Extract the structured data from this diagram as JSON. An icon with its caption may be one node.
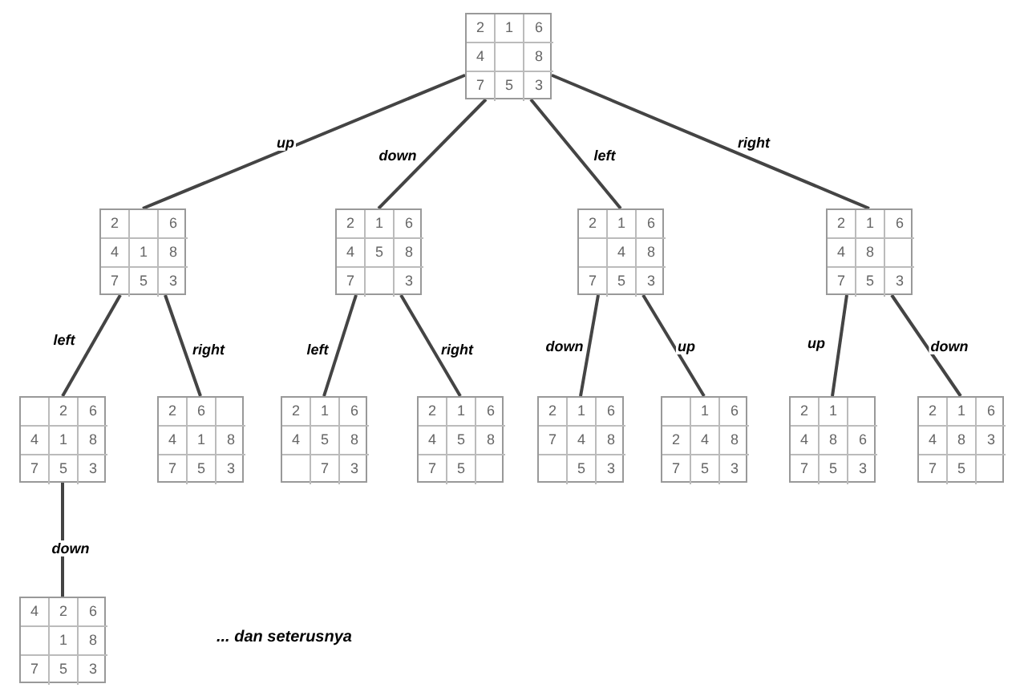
{
  "diagram": {
    "nodes": [
      {
        "text": [
          "2 1 6",
          "4 8",
          "7 5 3"
        ]
      },
      {
        "text": [
          "2 6",
          "4 1 8",
          "7 5 3"
        ]
      },
      {
        "text": [
          "2 1 6",
          "4 5 8",
          "7 3"
        ]
      },
      {
        "text": [
          "2 1 6",
          "4 8",
          "7 5 3"
        ]
      },
      {
        "text": [
          "2 1 6",
          "4 8",
          "7 5 3"
        ]
      },
      {
        "text": [
          "2 6",
          "4 1 8",
          "7 5 3"
        ]
      },
      {
        "text": [
          "2 6",
          "4 1 8",
          "7 5 3"
        ]
      },
      {
        "text": [
          "2 1 6",
          "4 5 8",
          "7 3"
        ]
      },
      {
        "text": [
          "2 1 6",
          "4 5 8",
          "7 5"
        ]
      },
      {
        "text": [
          "2 1 6",
          "7 4 8",
          "5 3"
        ]
      },
      {
        "text": [
          "1 6",
          "2 4 8",
          "7 5 3"
        ]
      },
      {
        "text": [
          "2 1",
          "4 8 6",
          "7 5 3"
        ]
      },
      {
        "text": [
          "2 1 6",
          "4 8 3",
          "7 5"
        ]
      },
      {
        "text": [
          "4 2 6",
          "1 8",
          "7 5 3"
        ]
      }
    ],
    "edges": [
      {
        "from": 0,
        "to": 1,
        "arrow": "none",
        "label": "up"
      },
      {
        "from": 0,
        "to": 2,
        "arrow": "none",
        "label": "down"
      },
      {
        "from": 0,
        "to": 3,
        "arrow": "none",
        "label": "left"
      },
      {
        "from": 0,
        "to": 4,
        "arrow": "none",
        "label": "right"
      },
      {
        "from": 1,
        "to": 5,
        "arrow": "none",
        "label": "left"
      },
      {
        "from": 1,
        "to": 6,
        "arrow": "none",
        "label": "right"
      },
      {
        "from": 2,
        "to": 7,
        "arrow": "none",
        "label": "left"
      },
      {
        "from": 2,
        "to": 8,
        "arrow": "none",
        "label": "right"
      },
      {
        "from": 3,
        "to": 9,
        "arrow": "none",
        "label": "down"
      },
      {
        "from": 3,
        "to": 10,
        "arrow": "none",
        "label": "up"
      },
      {
        "from": 4,
        "to": 11,
        "arrow": "none",
        "label": "up"
      },
      {
        "from": 4,
        "to": 12,
        "arrow": "none",
        "label": "down"
      },
      {
        "from": 5,
        "to": 13,
        "arrow": "none",
        "label": "down"
      }
    ],
    "labels": [
      "... dan seterusnya"
    ]
  }
}
